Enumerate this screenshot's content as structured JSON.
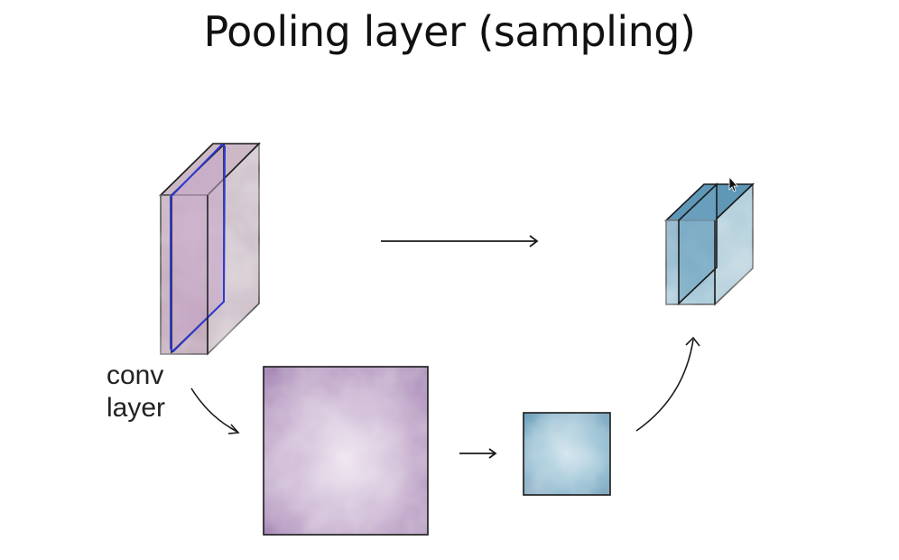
{
  "title": "Pooling layer (sampling)",
  "label": {
    "line1": "conv",
    "line2": "layer"
  },
  "colors": {
    "conv_volume": "#bfa3b8",
    "conv_slice": "#c9a8c6",
    "conv_slice_outline": "#2d3ad1",
    "feature_map": "#a17db2",
    "pooled_map": "#7fb0c8",
    "pooled_volume": "#7fb2c9",
    "ink": "#1a1a1a"
  }
}
